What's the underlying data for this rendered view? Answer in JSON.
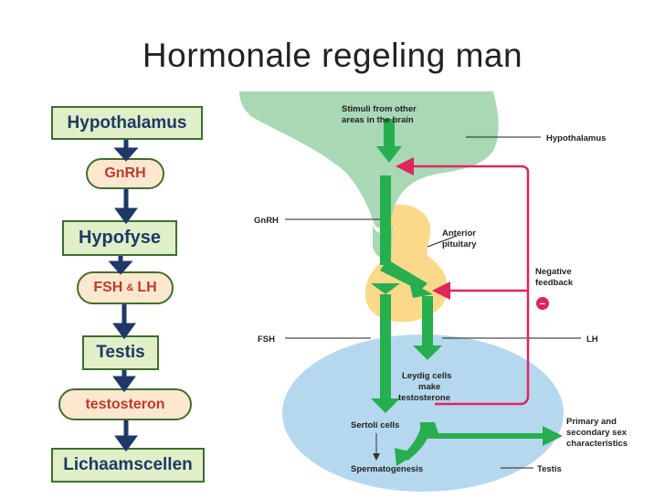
{
  "title": "Hormonale regeling man",
  "flow": {
    "hypothalamus": "Hypothalamus",
    "gnrh": "GnRH",
    "hypofyse": "Hypofyse",
    "fsh": "FSH",
    "amp": "&",
    "lh": "LH",
    "testis": "Testis",
    "testosteron": "testosteron",
    "lichaamscellen": "Lichaamscellen"
  },
  "figure": {
    "stimuli_line1": "Stimuli from other",
    "stimuli_line2": "areas in the brain",
    "hypothalamus": "Hypothalamus",
    "gnrh": "GnRH",
    "anterior_line1": "Anterior",
    "anterior_line2": "pituitary",
    "negative_line1": "Negative",
    "negative_line2": "feedback",
    "minus": "−",
    "fsh": "FSH",
    "lh": "LH",
    "leydig_line1": "Leydig cells",
    "leydig_line2": "make",
    "leydig_line3": "testosterone",
    "sertoli": "Sertoli cells",
    "primary_line1": "Primary and",
    "primary_line2": "secondary sex",
    "primary_line3": "characteristics",
    "spermatogenesis": "Spermatogenesis",
    "testis": "Testis"
  },
  "colors": {
    "box_fill": "#dff0c8",
    "pill_fill": "#fde8cf",
    "border": "#3f6e2e",
    "navy_text": "#1f3868",
    "red_text": "#c0392b",
    "down_arrow": "#1f3868",
    "hypothalamus_fill": "#a8d8b4",
    "pituitary_fill": "#fbd98a",
    "testis_fill": "#b6d8ee",
    "green_arrow": "#27ae4f",
    "feedback": "#e0245e"
  }
}
